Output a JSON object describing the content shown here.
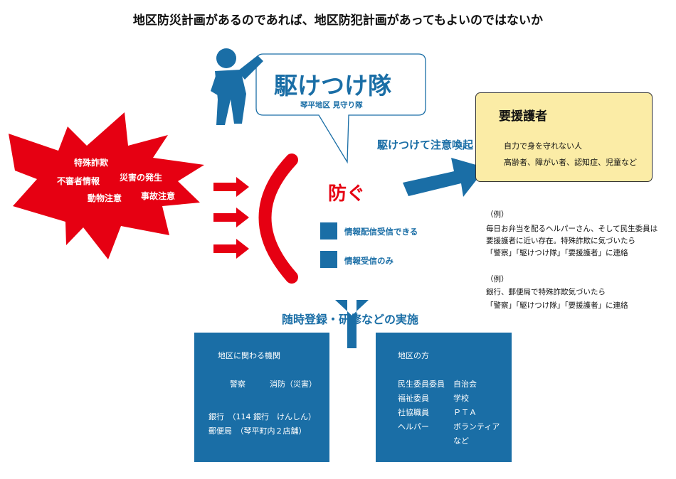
{
  "title": "地区防災計画があるのであれば、地区防犯計画があってもよいのではないか",
  "threats": [
    "特殊詐欺",
    "不審者情報",
    "災害の発生",
    "動物注意",
    "事故注意"
  ],
  "squad": {
    "name": "駆けつけ隊",
    "subtitle": "琴平地区 見守り隊"
  },
  "prevent_label": "防ぐ",
  "options": [
    "情報配信受信できる",
    "情報受信のみ"
  ],
  "rush_label": "駆けつけて注意喚起",
  "registration_label": "随時登録・研修などの実施",
  "care_box": {
    "title": "要援護者",
    "lines": [
      "自力で身を守れない人",
      "高齢者、障がい者、認知症、児童など"
    ]
  },
  "examples": [
    {
      "heading": "（例）",
      "lines": [
        "毎日お弁当を配るヘルパーさん、そして民生委員は",
        "要援護者に近い存在。特殊詐欺に気づいたら",
        "「警察」「駆けつけ隊」「要援護者」に連絡"
      ]
    },
    {
      "heading": "（例）",
      "lines": [
        "銀行、郵便局で特殊詐欺気づいたら",
        "「警察」「駆けつけ隊」「要援護者」に連絡"
      ]
    }
  ],
  "institutions": {
    "title": "地区に関わる機関",
    "police": "警察",
    "fire": "消防（災害）",
    "bank": "銀行　（114 銀行　けんしん）",
    "post": "郵便局　（琴平町内２店舗）"
  },
  "locals": {
    "title": "地区の方",
    "left": [
      "民生委員委員",
      "福祉委員",
      "社協職員",
      "ヘルパー"
    ],
    "right": [
      "自治会",
      "学校",
      "ＰＴＡ",
      "ボランティア",
      "など"
    ]
  },
  "colors": {
    "blue": "#1a6ea6",
    "red": "#e60012",
    "yellow": "#fbeca6"
  },
  "icons": [
    "person-figure-icon",
    "starburst-shape",
    "arrow-icon"
  ]
}
